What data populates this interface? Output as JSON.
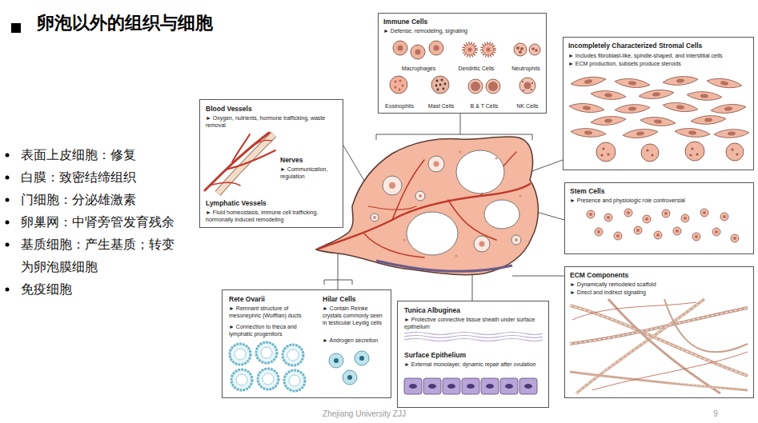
{
  "diagram": {
    "title": "卵泡以外的组织与细胞",
    "nodes": [
      {
        "text": [
          "Immune Cells",
          "► Defense, remodeling, signaling",
          "Macrophages",
          "Dendritic Cells",
          "Neutrophils",
          "Eosinophils",
          "Mast Cells",
          "B & T Cells",
          "NK Cells"
        ]
      },
      {
        "text": [
          "Incompletely Characterized Stromal Cells",
          "► Includes fibroblast-like, spindle-shaped, and interstitial cells",
          "► ECM production, subsets produce steroids"
        ]
      },
      {
        "text": [
          "Blood Vessels",
          "► Oxygen, nutrients, hormone trafficking, waste removal",
          "Nerves",
          "► Communication, regulation",
          "Lymphatic Vessels",
          "► Fluid homeostasis, immune cell trafficking, hormonally induced remodeling"
        ]
      },
      {
        "text": [
          "Stem Cells",
          "► Presence and physiologic role controversial"
        ]
      },
      {
        "text": [
          "ECM Components",
          "► Dynamically remodeled scaffold",
          "► Direct and indirect signaling"
        ]
      },
      {
        "text": [
          "Rete Ovarii",
          "► Remnant structure of mesonephric (Wolffian) ducts",
          "► Connection to theca and lymphatic progenitors",
          "Hilar Cells",
          "► Contain Reinke crystals commonly seen in testicular Leydig cells",
          "► Androgen secretion"
        ]
      },
      {
        "text": [
          "Tunica Albuginea",
          "► Protective connective tissue sheath under surface epithelium",
          "Surface Epithelium",
          "► External monolayer, dynamic repair after ovulation"
        ]
      }
    ],
    "labels": [
      "表面上皮细胞：修复",
      "白膜：致密结缔组织",
      "门细胞：分泌雄激素",
      "卵巢网：中肾旁管发育残余",
      "基质细胞：产生基质；转变为卵泡膜细胞",
      "免疫细胞",
      "Zhejiang University ZJJ",
      "9"
    ]
  }
}
